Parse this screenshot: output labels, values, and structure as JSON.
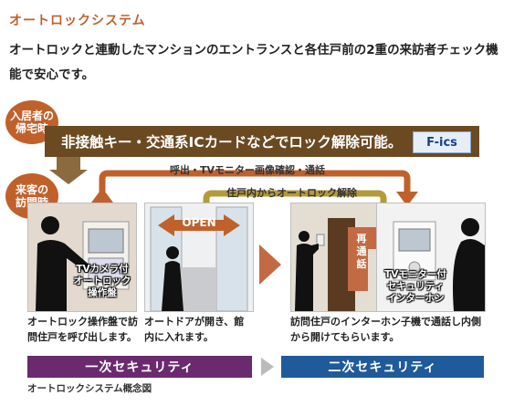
{
  "title": "オートロックシステム",
  "description": "オートロックと連動したマンションのエントランスと各住戸前の2重の来訪者チェック機能で安心です。",
  "resident_badge": "入居者の\n帰宅時",
  "visitor_badge": "来客の\n訪問時",
  "banner_text": "非接触キー・交通系ICカードなどでロック解除可能。",
  "felica_logo": "F-ics",
  "flow_labels": {
    "top": "呼出・TVモニター画像確認・通話",
    "bottom": "住戸内からオートロック解除"
  },
  "panels": {
    "panel1_label": "TVカメラ付\nオートロック\n操作盤",
    "panel2_sign": "OPEN",
    "panel3_sign": "再\n通\n話",
    "panel4_label": "TVモニター付\nセキュリティ\nインターホン"
  },
  "captions": {
    "c1": "オートロック操作盤で訪問住戸を呼び出します。",
    "c2": "オートドアが開き、館内に入れます。",
    "c3": "訪問住戸のインターホン子機で通話し内側から開けてもらいます。"
  },
  "security": {
    "primary": "一次セキュリティ",
    "secondary": "二次セキュリティ",
    "primary_color": "#6b2a6e",
    "secondary_color": "#1f5a9a"
  },
  "footnote": "オートロックシステム概念図",
  "colors": {
    "accent": "#c0612b",
    "banner": "#6b4a22"
  }
}
